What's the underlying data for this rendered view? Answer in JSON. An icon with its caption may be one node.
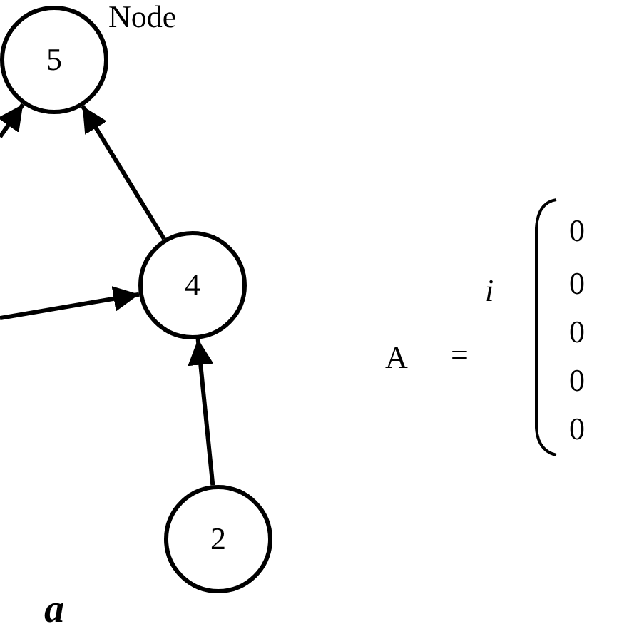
{
  "diagram": {
    "nodes": [
      {
        "text": [
          "5"
        ],
        "beside": [
          "Node"
        ]
      },
      {
        "text": [
          "4"
        ]
      },
      {
        "text": [
          "2"
        ]
      }
    ],
    "edges": [
      {
        "from": null,
        "to": 0,
        "arrow": "to"
      },
      {
        "from": null,
        "to": 1,
        "arrow": "to"
      },
      {
        "from": 1,
        "to": 0,
        "arrow": "to"
      },
      {
        "from": 2,
        "to": 1,
        "arrow": "to"
      }
    ],
    "labels": [
      "A",
      "=",
      "i",
      "0",
      "0",
      "0",
      "0",
      "0",
      "a"
    ]
  }
}
